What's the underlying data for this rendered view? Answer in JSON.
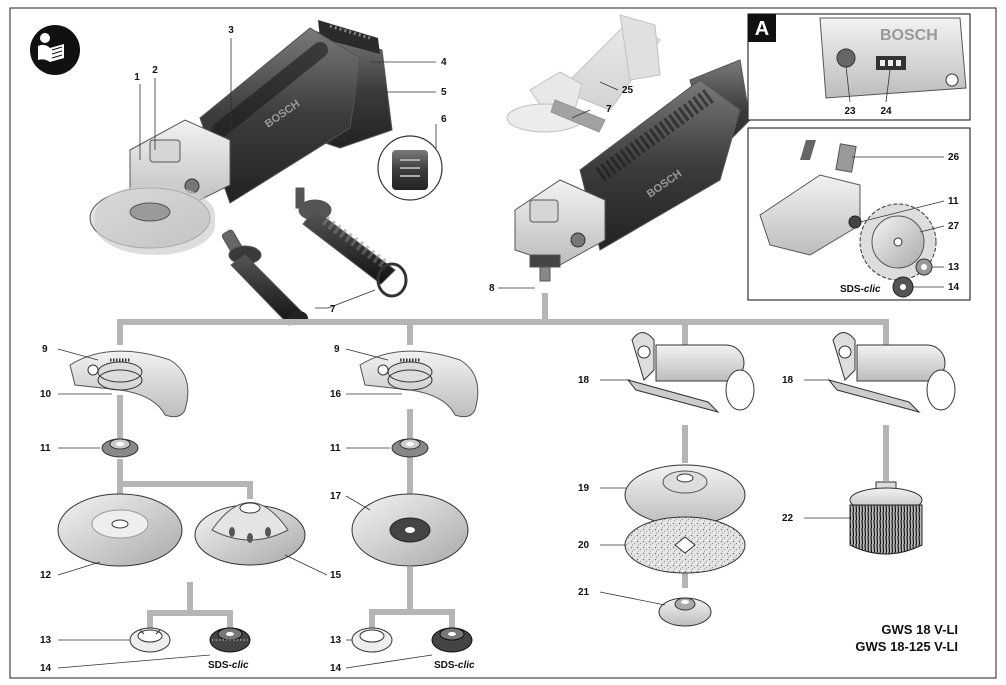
{
  "panel_a": {
    "letter": "A"
  },
  "brand": "BOSCH",
  "sds_label": {
    "prefix": "SDS-",
    "suffix": "clic"
  },
  "model": {
    "line1": "GWS 18 V-LI",
    "line2": "GWS 18-125 V-LI"
  },
  "callouts": [
    "1",
    "2",
    "3",
    "4",
    "5",
    "6",
    "7",
    "8",
    "9",
    "10",
    "11",
    "12",
    "13",
    "14",
    "15",
    "16",
    "17",
    "18",
    "19",
    "20",
    "21",
    "22",
    "23",
    "24",
    "25",
    "26",
    "27"
  ],
  "icons": {
    "manual": "read-manual-icon"
  }
}
